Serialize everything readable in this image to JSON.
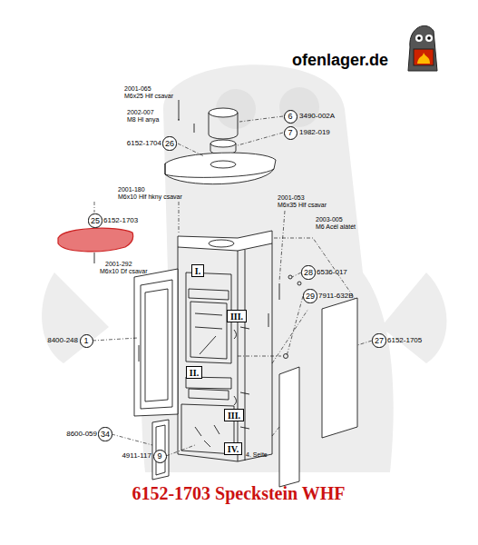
{
  "diagram": {
    "title": "6152-1703 Speckstein WHF",
    "nodes": [
      {
        "text": [
          "6"
        ]
      },
      {
        "text": [
          "7"
        ]
      },
      {
        "text": [
          "26"
        ]
      },
      {
        "text": [
          "25"
        ]
      },
      {
        "text": [
          "28"
        ]
      },
      {
        "text": [
          "I."
        ]
      },
      {
        "text": [
          "29"
        ]
      },
      {
        "text": [
          "III."
        ]
      },
      {
        "text": [
          "1"
        ]
      },
      {
        "text": [
          "27"
        ]
      },
      {
        "text": [
          "II."
        ]
      },
      {
        "text": [
          "III."
        ]
      },
      {
        "text": [
          "34"
        ]
      },
      {
        "text": [
          "IV."
        ]
      },
      {
        "text": [
          "9"
        ]
      }
    ],
    "edges": [],
    "labels": [
      "ofenlager.de",
      "2001-065",
      "M6x25 Hlf csavar",
      "3490-002A",
      "2002-007",
      "M8 Hl anya",
      "1982-019",
      "6152-1704",
      "2001-180",
      "M6x10 Hlf hkny csavar",
      "2001-053",
      "M6x35 Hlf csavar",
      "6152-1703",
      "2003-005",
      "M6 Acél alátét",
      "6536-017",
      "2001-292",
      "M6x10 Df csavar",
      "7911-632B",
      "8400-248",
      "6152-1705",
      "8600-059",
      "4911-117",
      "4. Seite"
    ]
  }
}
